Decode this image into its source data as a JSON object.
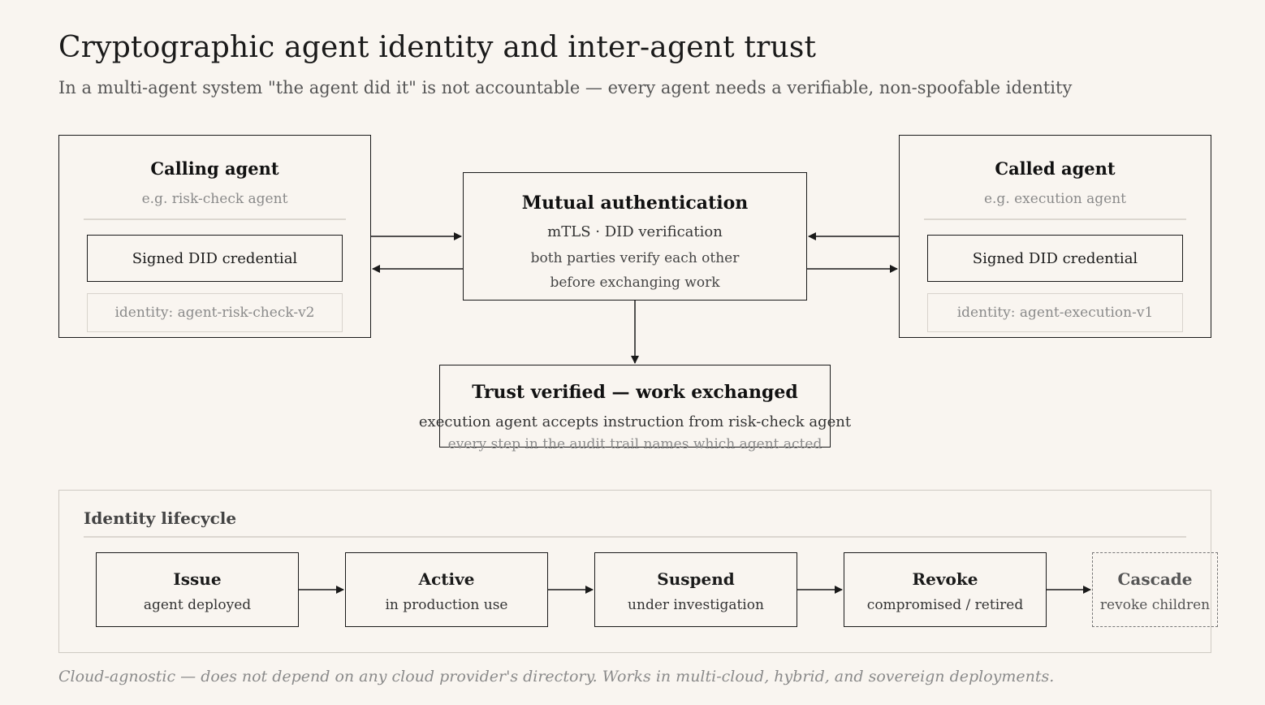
{
  "title": "Cryptographic agent identity and inter-agent trust",
  "subtitle": "In a multi-agent system \"the agent did it\" is not accountable — every agent needs a verifiable, non-spoofable identity",
  "calling_agent": {
    "title": "Calling agent",
    "example": "e.g. risk-check agent",
    "credential": "Signed DID credential",
    "identity": "identity: agent-risk-check-v2"
  },
  "called_agent": {
    "title": "Called agent",
    "example": "e.g. execution agent",
    "credential": "Signed DID credential",
    "identity": "identity: agent-execution-v1"
  },
  "mutual_auth": {
    "title": "Mutual authentication",
    "protocol": "mTLS · DID verification",
    "line1": "both parties verify each other",
    "line2": "before exchanging work"
  },
  "trust_verified": {
    "title": "Trust verified — work exchanged",
    "line1": "execution agent accepts instruction from risk-check agent",
    "line2": "every step in the audit trail names which agent acted"
  },
  "lifecycle": {
    "heading": "Identity lifecycle",
    "stages": [
      {
        "title": "Issue",
        "sub": "agent deployed"
      },
      {
        "title": "Active",
        "sub": "in production use"
      },
      {
        "title": "Suspend",
        "sub": "under investigation"
      },
      {
        "title": "Revoke",
        "sub": "compromised / retired"
      },
      {
        "title": "Cascade",
        "sub": "revoke children"
      }
    ]
  },
  "footer": "Cloud-agnostic — does not depend on any cloud provider's directory. Works in multi-cloud, hybrid, and sovereign deployments."
}
